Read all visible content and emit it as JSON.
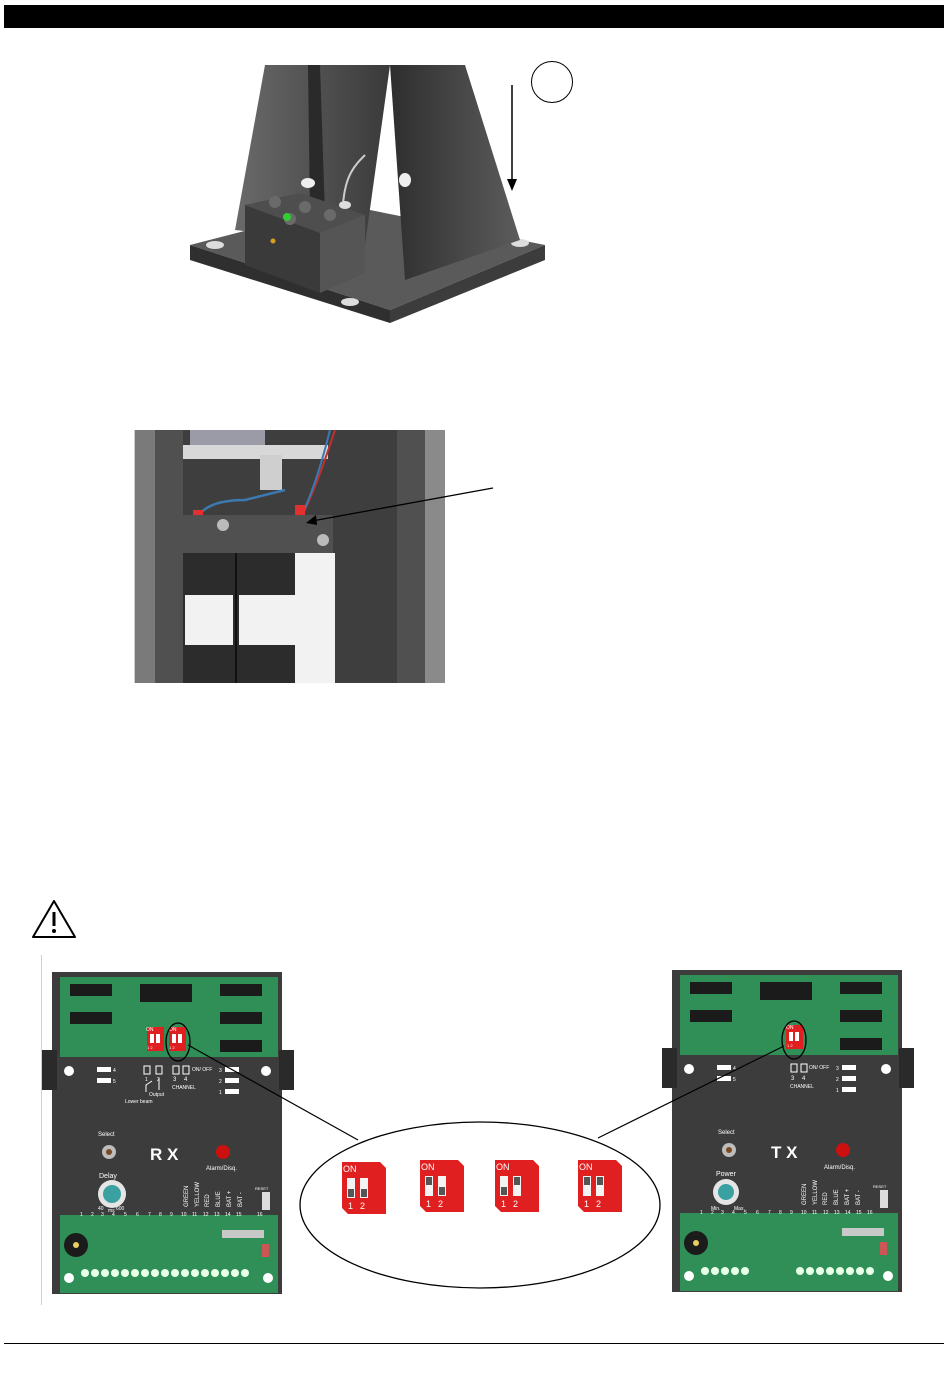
{
  "figure1": {
    "step_marker": ""
  },
  "rx_board": {
    "dip_on_1": "ON",
    "dip_nums_1": "1 2",
    "dip_on_2": "ON",
    "dip_nums_2": "1 2",
    "switch_onoff": "ON/\nOFF",
    "num_2": "2",
    "num_1": "1",
    "num_3": "3",
    "num_4": "4",
    "output_label": "Output",
    "lower_beam_label": "Lower beam",
    "channel_label": "CHANNEL",
    "led_4": "4",
    "led_5": "5",
    "led_r3": "3",
    "led_r2": "2",
    "led_r1": "1",
    "select_label": "Select",
    "board_id": "R X",
    "alarm_label": "Alarm/Disq.",
    "delay_label": "Delay",
    "delay_min": "40",
    "delay_unit": "ms",
    "delay_max": "600",
    "terminal_names": [
      "GREEN",
      "YELLOW",
      "RED",
      "BLUE",
      "BAT +",
      "BAT -"
    ],
    "reset_label": "RESET",
    "terminal_numbers": [
      "1",
      "2",
      "3",
      "4",
      "5",
      "6",
      "7",
      "8",
      "9",
      "10",
      "11",
      "12",
      "13",
      "14",
      "15",
      "16"
    ]
  },
  "tx_board": {
    "dip_on": "ON",
    "dip_nums": "1 2",
    "switch_onoff": "ON/\nOFF",
    "num_3": "3",
    "num_4": "4",
    "channel_label": "CHANNEL",
    "led_4": "4",
    "led_5": "5",
    "led_r3": "3",
    "led_r2": "2",
    "led_r1": "1",
    "select_label": "Select",
    "board_id": "T X",
    "alarm_label": "Alarm/Disq.",
    "power_label": "Power",
    "power_min": "Min.",
    "power_max": "Max.",
    "terminal_names": [
      "GREEN",
      "YELLOW",
      "RED",
      "BLUE",
      "BAT +",
      "BAT -"
    ],
    "reset_label": "RESET",
    "terminal_numbers": [
      "1",
      "2",
      "3",
      "4",
      "5",
      "6",
      "7",
      "8",
      "9",
      "10",
      "11",
      "12",
      "13",
      "14",
      "15",
      "16"
    ]
  },
  "dip_detail": [
    {
      "on_label": "ON",
      "num1": "1",
      "num2": "2",
      "state": "both-off"
    },
    {
      "on_label": "ON",
      "num1": "1",
      "num2": "2",
      "state": "1-on"
    },
    {
      "on_label": "ON",
      "num1": "1",
      "num2": "2",
      "state": "2-on"
    },
    {
      "on_label": "ON",
      "num1": "1",
      "num2": "2",
      "state": "both-on"
    }
  ],
  "colors": {
    "pcb_green": "#2f8f56",
    "housing": "#4a4a4a",
    "dip_red": "#e02020",
    "led_red": "#cc1010"
  }
}
